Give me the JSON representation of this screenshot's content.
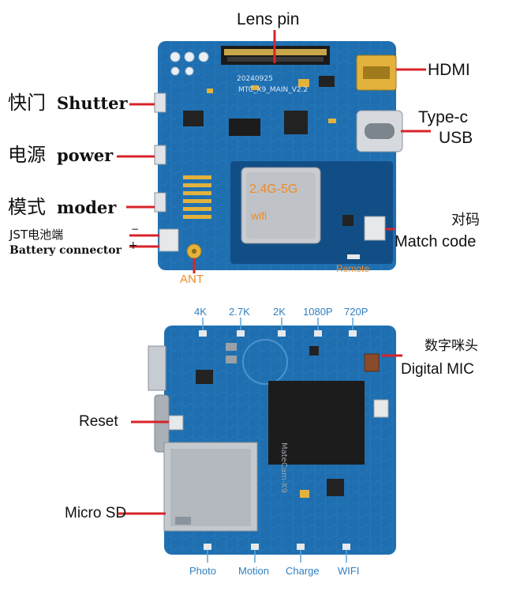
{
  "top_board": {
    "silkscreen": {
      "date": "20240925",
      "model": "MTC_X9_MAIN_V2.2",
      "module": "2.4G-5G",
      "module_sub": "wifi",
      "ant": "ANT",
      "remote": "Remote"
    },
    "callouts": {
      "lens_pin": "Lens pin",
      "hdmi": "HDMI",
      "typec_line1": "Type-c",
      "typec_line2": "USB",
      "shutter_cn": "快门",
      "shutter_en": "Shutter",
      "power_cn": "电源",
      "power_en": "power",
      "mode_cn": "模式",
      "mode_en": "moder",
      "jst_cn": "JST电池端",
      "jst_en": "Battery connector",
      "minus": "−",
      "plus": "+",
      "match_cn": "对码",
      "match_en": "Match code"
    }
  },
  "bottom_board": {
    "chip_label": "MateCam-X9",
    "resolutions": [
      "4K",
      "2.7K",
      "2K",
      "1080P",
      "720P"
    ],
    "callouts": {
      "mic_cn": "数字咪头",
      "mic_en": "Digital MIC",
      "reset": "Reset",
      "micro_sd": "Micro SD"
    },
    "indicators": [
      "Photo",
      "Motion",
      "Charge",
      "WIFI"
    ]
  },
  "colors": {
    "pcb": "#1f6fb0",
    "pcb_dark": "#124e86",
    "pointer": "#d8232a",
    "gold": "#e3b23c",
    "blue_text": "#2f7fc0",
    "orange_text": "#f08a24"
  }
}
